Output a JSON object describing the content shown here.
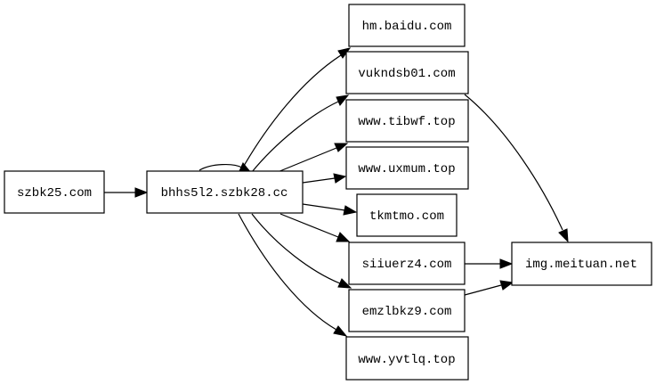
{
  "graph": {
    "nodes": [
      {
        "id": "szbk25",
        "label": "szbk25.com"
      },
      {
        "id": "bhhs",
        "label": "bhhs5l2.szbk28.cc"
      },
      {
        "id": "hm",
        "label": "hm.baidu.com"
      },
      {
        "id": "vuk",
        "label": "vukndsb01.com"
      },
      {
        "id": "tib",
        "label": "www.tibwf.top"
      },
      {
        "id": "uxm",
        "label": "www.uxmum.top"
      },
      {
        "id": "tkm",
        "label": "tkmtmo.com"
      },
      {
        "id": "sii",
        "label": "siiuerz4.com"
      },
      {
        "id": "emz",
        "label": "emzlbkz9.com"
      },
      {
        "id": "yvt",
        "label": "www.yvtlq.top"
      },
      {
        "id": "img",
        "label": "img.meituan.net"
      }
    ],
    "edges": [
      {
        "from": "szbk25",
        "to": "bhhs"
      },
      {
        "from": "bhhs",
        "to": "bhhs"
      },
      {
        "from": "bhhs",
        "to": "hm"
      },
      {
        "from": "bhhs",
        "to": "vuk"
      },
      {
        "from": "bhhs",
        "to": "tib"
      },
      {
        "from": "bhhs",
        "to": "uxm"
      },
      {
        "from": "bhhs",
        "to": "tkm"
      },
      {
        "from": "bhhs",
        "to": "sii"
      },
      {
        "from": "bhhs",
        "to": "emz"
      },
      {
        "from": "bhhs",
        "to": "yvt"
      },
      {
        "from": "vuk",
        "to": "img"
      },
      {
        "from": "sii",
        "to": "img"
      },
      {
        "from": "emz",
        "to": "img"
      }
    ]
  }
}
